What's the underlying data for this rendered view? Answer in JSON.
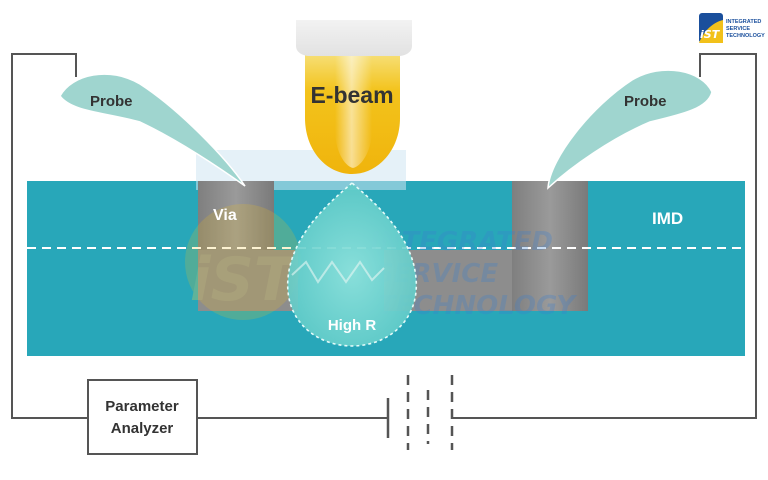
{
  "diagram": {
    "labels": {
      "probe_left": "Probe",
      "probe_right": "Probe",
      "ebeam": "E-beam",
      "via": "Via",
      "imd": "IMD",
      "high_r": "High R",
      "analyzer_line1": "Parameter",
      "analyzer_line2": "Analyzer"
    },
    "logo": {
      "mark": "iST",
      "line1": "INTEGRATED",
      "line2": "SERVICE",
      "line3": "TECHNOLOGY"
    },
    "watermark": {
      "line1": "INTEGRATED",
      "line2": "SERVICE",
      "line3": "TECHNOLOGY"
    }
  },
  "colors": {
    "imd_layer": "#28a7b9",
    "metal": "#8a8a8a",
    "probe": "#9fd5cf",
    "ebeam_gold": "#f3c012",
    "droplet": "#6fd0cc",
    "wire": "#555555",
    "logo_blue": "#1a4f9c",
    "logo_yellow": "#f2c11a"
  }
}
